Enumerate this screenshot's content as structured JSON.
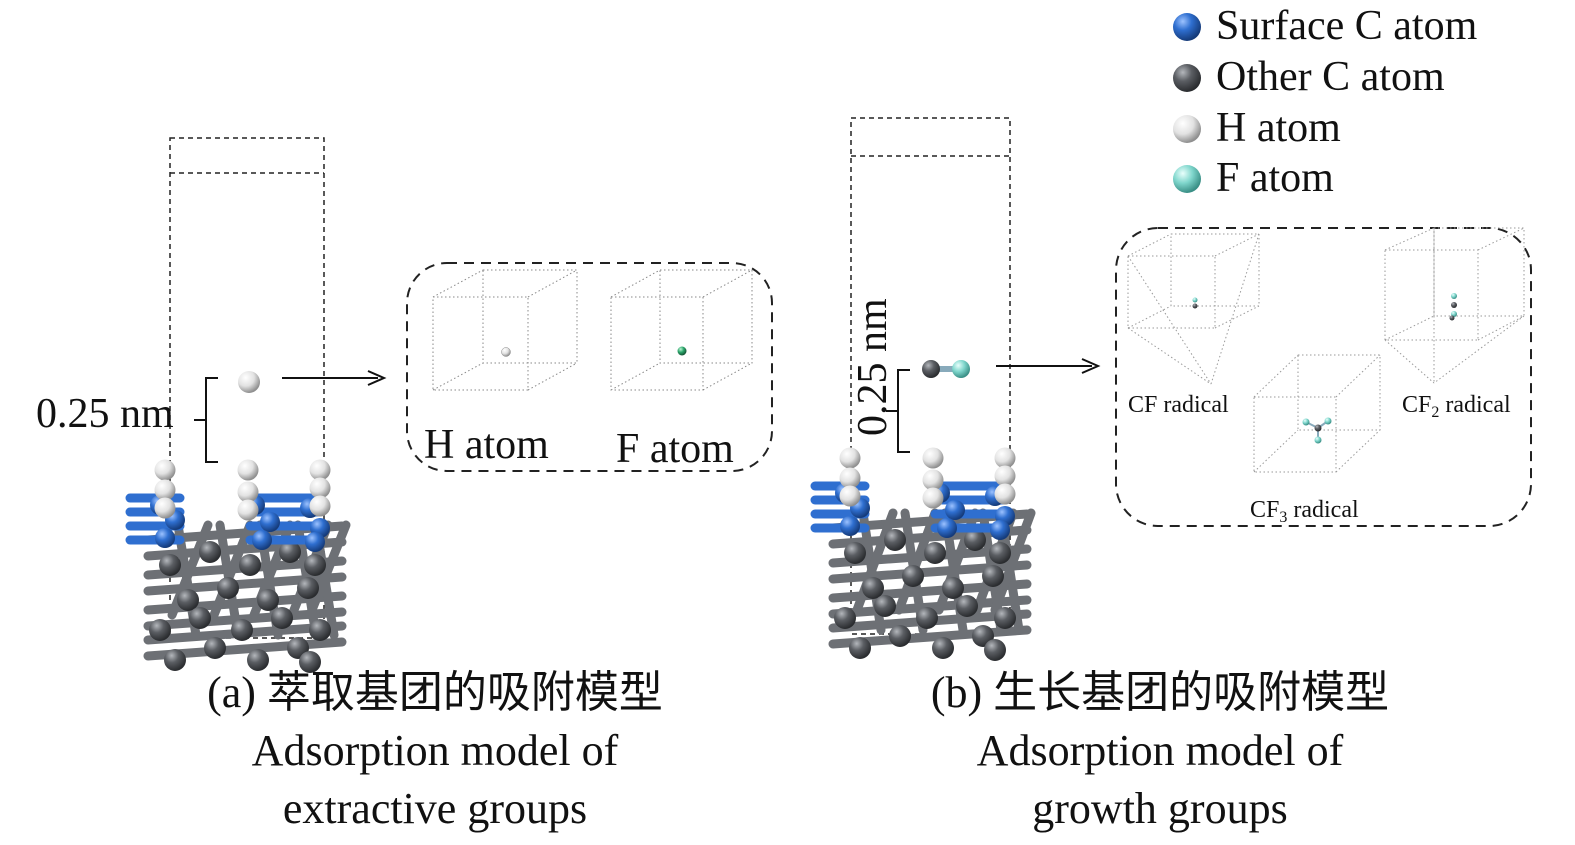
{
  "legend": {
    "items": [
      {
        "label": "Surface C atom",
        "color": "#2f6fd0"
      },
      {
        "label": "Other C atom",
        "color": "#5b5e63"
      },
      {
        "label": "H atom",
        "color": "#e8e8e8"
      },
      {
        "label": "F atom",
        "color": "#7fd6cc"
      }
    ]
  },
  "panel_a": {
    "distance_label": "0.25 nm",
    "inset": {
      "h_label": "H atom",
      "f_label": "F atom"
    },
    "caption_cn": "(a) 萃取基团的吸附模型",
    "caption_en_1": "Adsorption model of",
    "caption_en_2": "extractive groups"
  },
  "panel_b": {
    "distance_label": "0.25 nm",
    "inset": {
      "cf_label": "CF radical",
      "cf2_prefix": "CF",
      "cf2_sub": "2",
      "cf2_suffix": " radical",
      "cf3_prefix": "CF",
      "cf3_sub": "3",
      "cf3_suffix": " radical"
    },
    "caption_cn": "(b) 生长基团的吸附模型",
    "caption_en_1": "Adsorption model of",
    "caption_en_2": "growth groups"
  },
  "colors": {
    "surface_c": "#2f6fd0",
    "other_c": "#5b5e63",
    "h": "#e8e8e8",
    "f": "#7fd6cc",
    "f_inset": "#2aa56a"
  }
}
